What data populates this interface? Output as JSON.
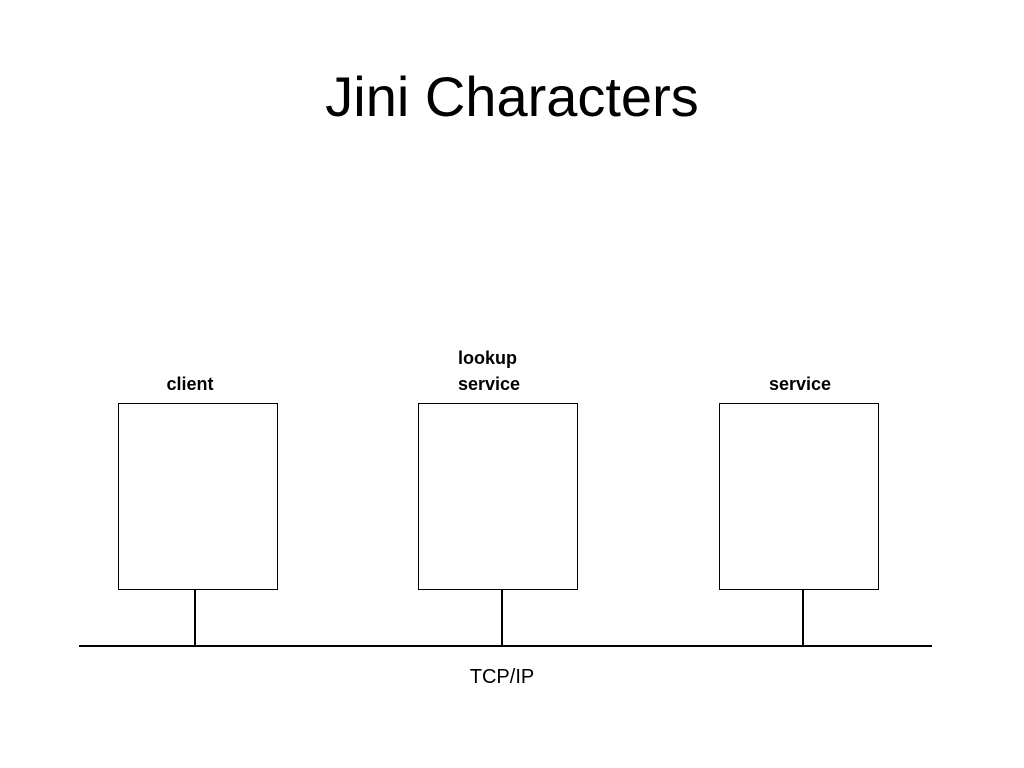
{
  "slide": {
    "title": "Jini Characters"
  },
  "diagram": {
    "nodes": [
      {
        "id": "client",
        "label": "client"
      },
      {
        "id": "lookup-service",
        "label_line1": "lookup",
        "label_line2": "service"
      },
      {
        "id": "service",
        "label": "service"
      }
    ],
    "network": {
      "label": "TCP/IP"
    }
  }
}
